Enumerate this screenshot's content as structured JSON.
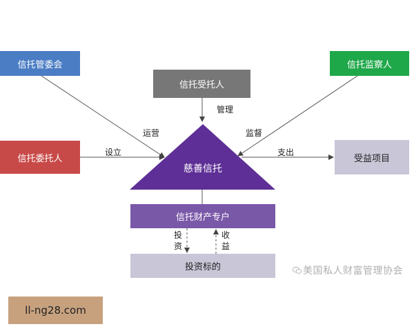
{
  "nodes": {
    "committee": {
      "label": "信托管委会",
      "color": "#4a7dc4"
    },
    "trustee": {
      "label": "信托受托人",
      "color": "#777777"
    },
    "supervisor": {
      "label": "信托监察人",
      "color": "#1fa84a"
    },
    "settlor": {
      "label": "信托委托人",
      "color": "#c84a48"
    },
    "charity_trust": {
      "label": "慈善信托",
      "color": "#5e2f96"
    },
    "beneficiary": {
      "label": "受益项目",
      "color": "#c9c6d8"
    },
    "property_account": {
      "label": "信托财产专户",
      "color": "#7a58a8"
    },
    "investment_target": {
      "label": "投资标的",
      "color": "#c9c6d8"
    }
  },
  "edges": {
    "manage": "管理",
    "operate": "运营",
    "supervise": "监督",
    "establish": "设立",
    "expend": "支出",
    "invest": "投资",
    "income": "收益"
  },
  "watermark": "美国私人财富管理协会",
  "site_badge": "ll-ng28.com"
}
